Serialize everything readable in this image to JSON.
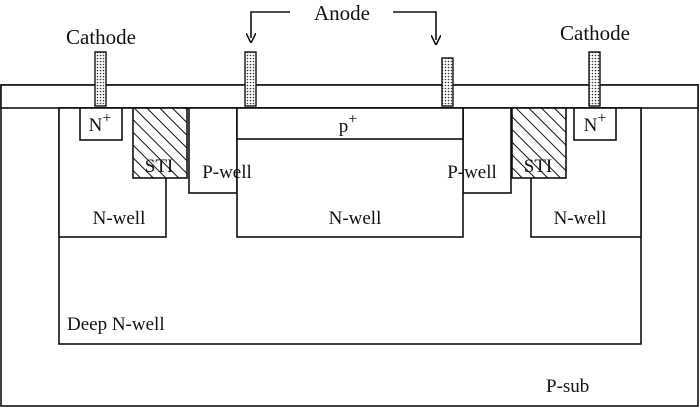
{
  "terminals": {
    "cathode_left": "Cathode",
    "cathode_right": "Cathode",
    "anode": "Anode"
  },
  "regions": {
    "n_plus_left": "N",
    "n_plus_right": "N",
    "plus_superscript": "+",
    "sti_left": "STI",
    "sti_right": "STI",
    "p_well_left": "P-well",
    "p_well_right": "P-well",
    "p_plus": "p",
    "n_well_left": "N-well",
    "n_well_center": "N-well",
    "n_well_right": "N-well",
    "deep_n_well": "Deep N-well",
    "p_sub": "P-sub"
  }
}
